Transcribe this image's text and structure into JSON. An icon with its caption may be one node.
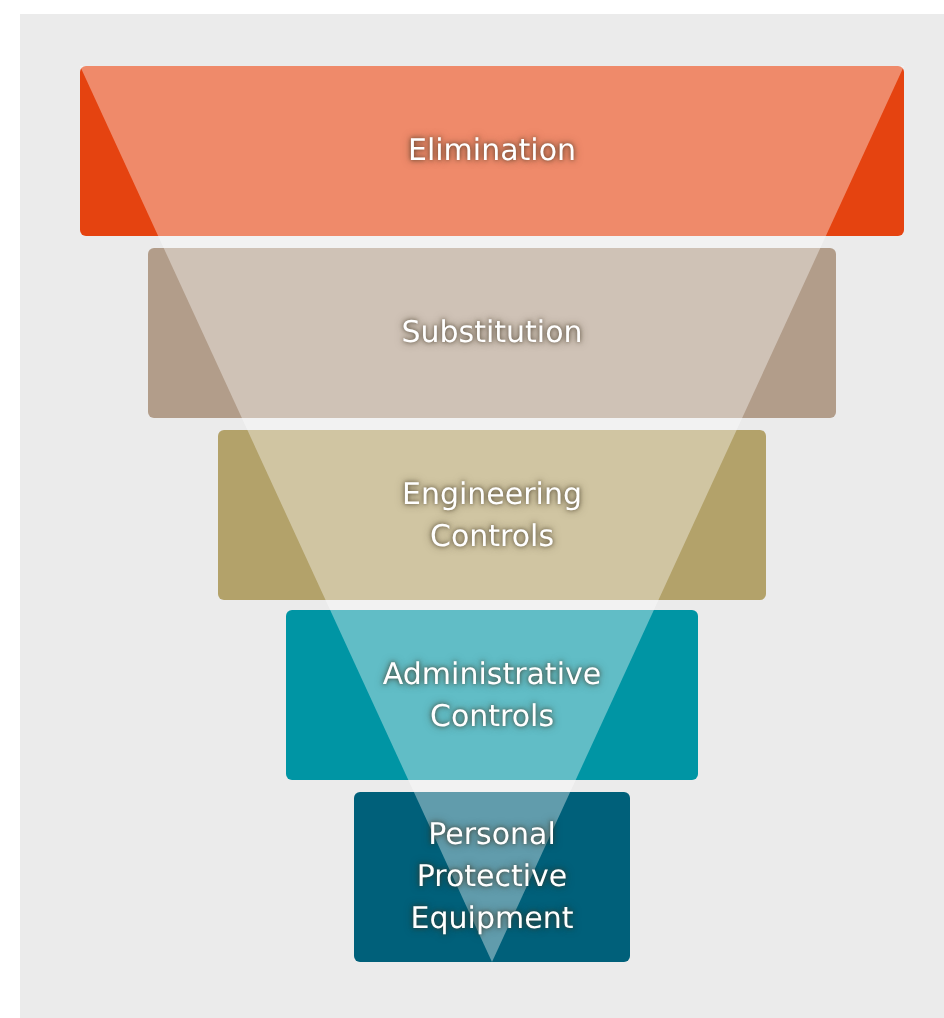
{
  "diagram": {
    "nodes": [
      {
        "text": [
          "Elimination"
        ]
      },
      {
        "text": [
          "Substitution"
        ]
      },
      {
        "text": [
          "Engineering Controls"
        ]
      },
      {
        "text": [
          "Administrative Controls"
        ]
      },
      {
        "text": [
          "Personal Protective Equipment"
        ]
      }
    ]
  }
}
